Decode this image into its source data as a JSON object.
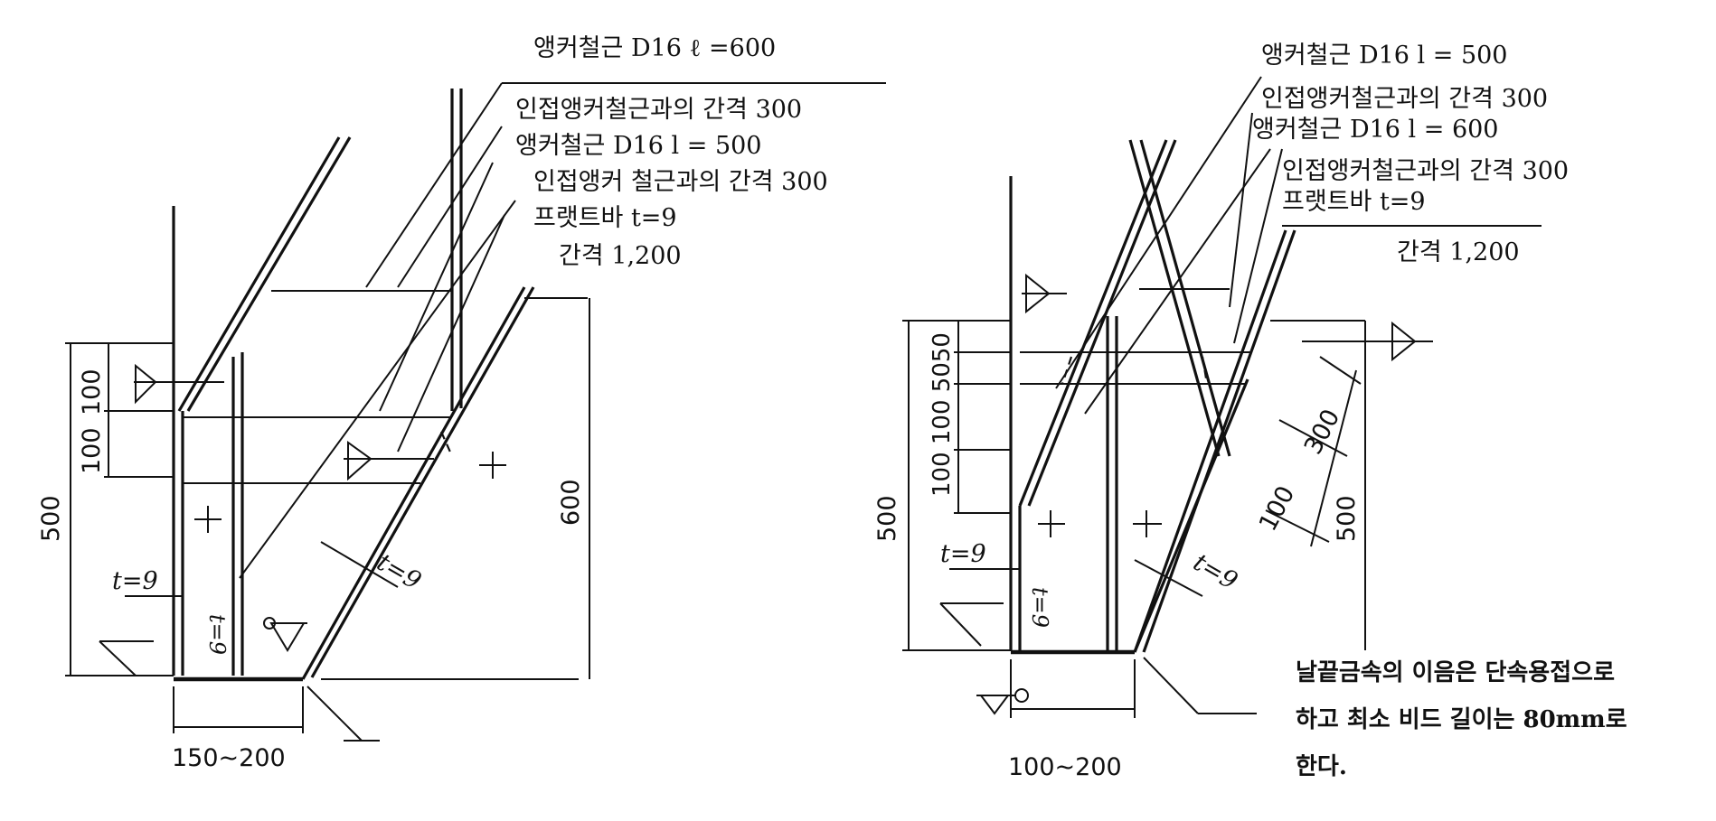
{
  "left": {
    "callouts": [
      "앵커철근 D16  ℓ =600",
      "인접앵커철근과의 간격 300",
      "앵커철근 D16  l = 500",
      "인접앵커 철근과의 간격 300",
      "프랫트바 t=9",
      "간격 1,200"
    ],
    "dims": {
      "d100a": "100",
      "d100b": "100",
      "d500": "500",
      "d600": "600",
      "d150_200": "150∼200",
      "t9a": "t=9",
      "t9b": "t=9",
      "t9c": "t=9"
    }
  },
  "right": {
    "callouts": [
      "앵커철근 D16  l = 500",
      "인접앵커철근과의 간격 300",
      "앵커철근 D16  l = 600",
      "인접앵커철근과의 간격 300",
      "프랫트바 t=9",
      "간격 1,200"
    ],
    "dims": {
      "dStack": "100 100 5050",
      "d500a": "500",
      "d500b": "500",
      "d300": "300",
      "d100": "100",
      "d100_200": "100∼200",
      "t9a": "t=9",
      "t9b": "t=9",
      "t9c": "t=9"
    },
    "note": [
      "날끝금속의 이음은 단속용접으로",
      "하고 최소 비드 길이는 80mm로",
      "한다."
    ]
  }
}
